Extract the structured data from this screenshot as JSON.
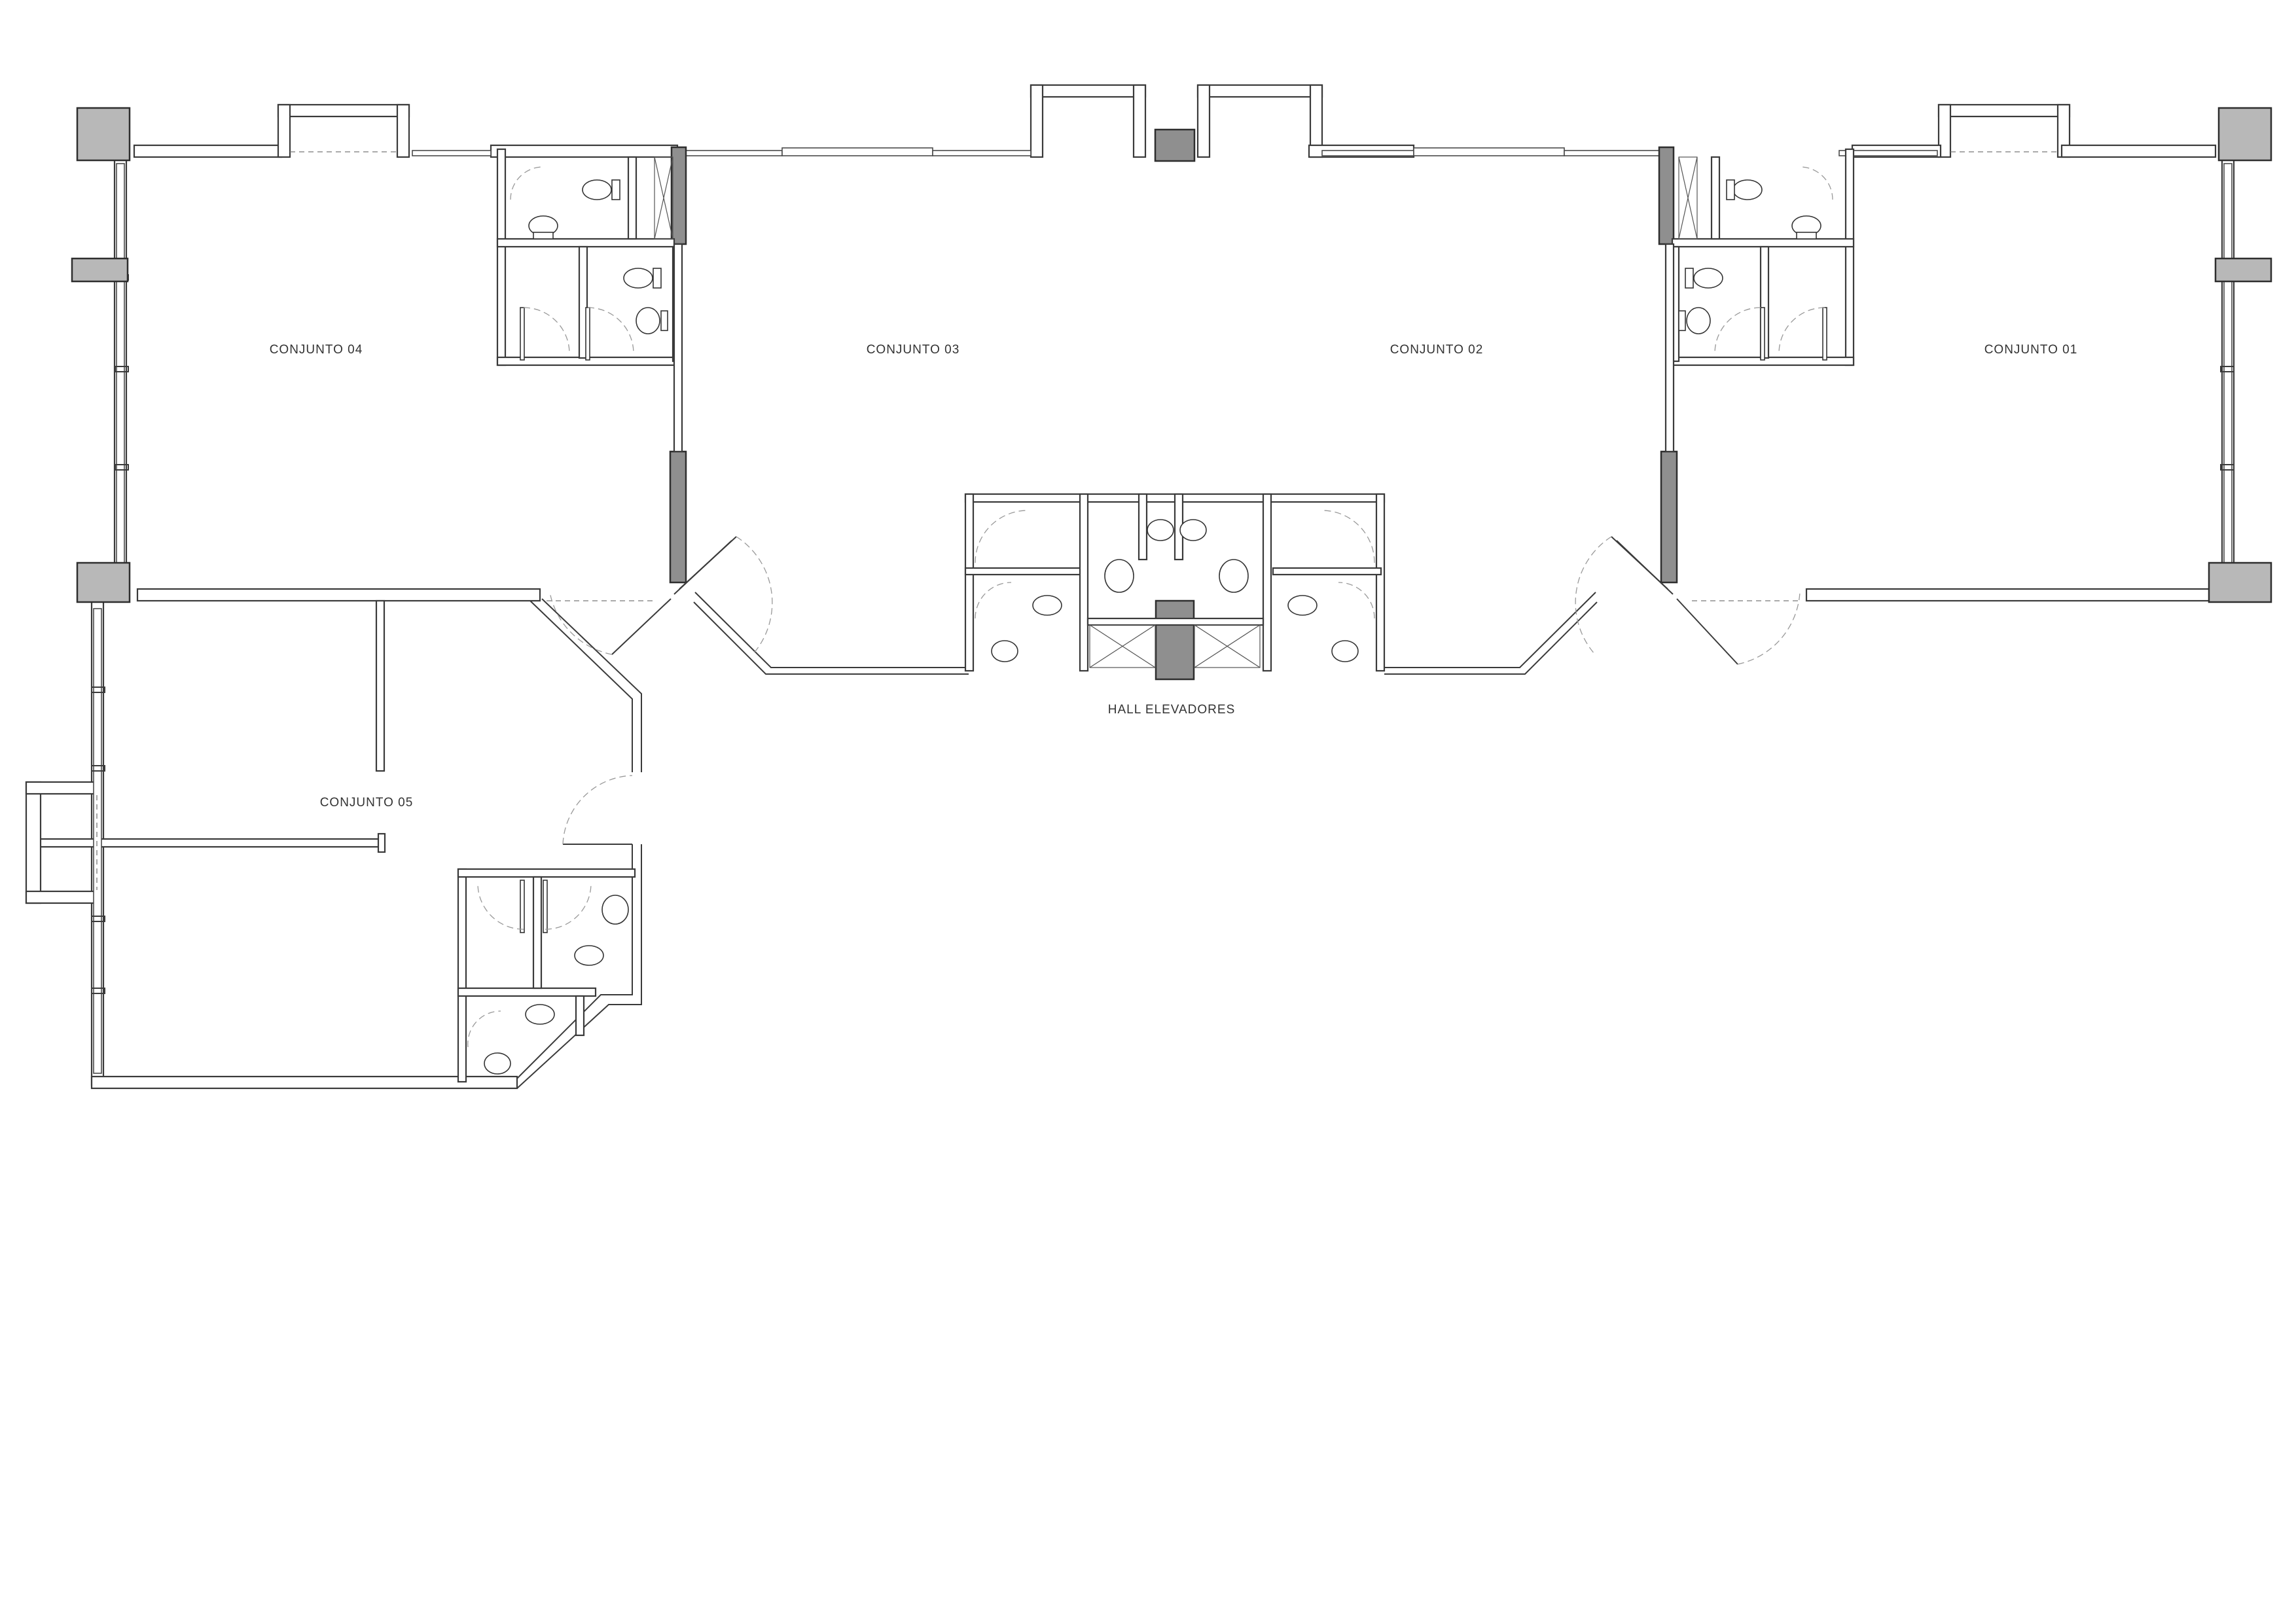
{
  "plan": {
    "units": [
      {
        "id": "04",
        "label": "CONJUNTO 04"
      },
      {
        "id": "03",
        "label": "CONJUNTO 03"
      },
      {
        "id": "02",
        "label": "CONJUNTO 02"
      },
      {
        "id": "01",
        "label": "CONJUNTO 01"
      },
      {
        "id": "05",
        "label": "CONJUNTO 05"
      }
    ],
    "hall_label": "HALL ELEVADORES"
  }
}
